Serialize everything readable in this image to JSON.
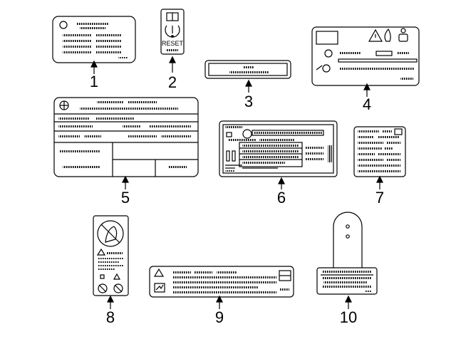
{
  "diagram": {
    "callouts": [
      {
        "id": "1",
        "label": "1"
      },
      {
        "id": "2",
        "label": "2"
      },
      {
        "id": "3",
        "label": "3"
      },
      {
        "id": "4",
        "label": "4"
      },
      {
        "id": "5",
        "label": "5"
      },
      {
        "id": "6",
        "label": "6"
      },
      {
        "id": "7",
        "label": "7"
      },
      {
        "id": "8",
        "label": "8"
      },
      {
        "id": "9",
        "label": "9"
      },
      {
        "id": "10",
        "label": "10"
      }
    ],
    "label_2_text": "RESET"
  }
}
